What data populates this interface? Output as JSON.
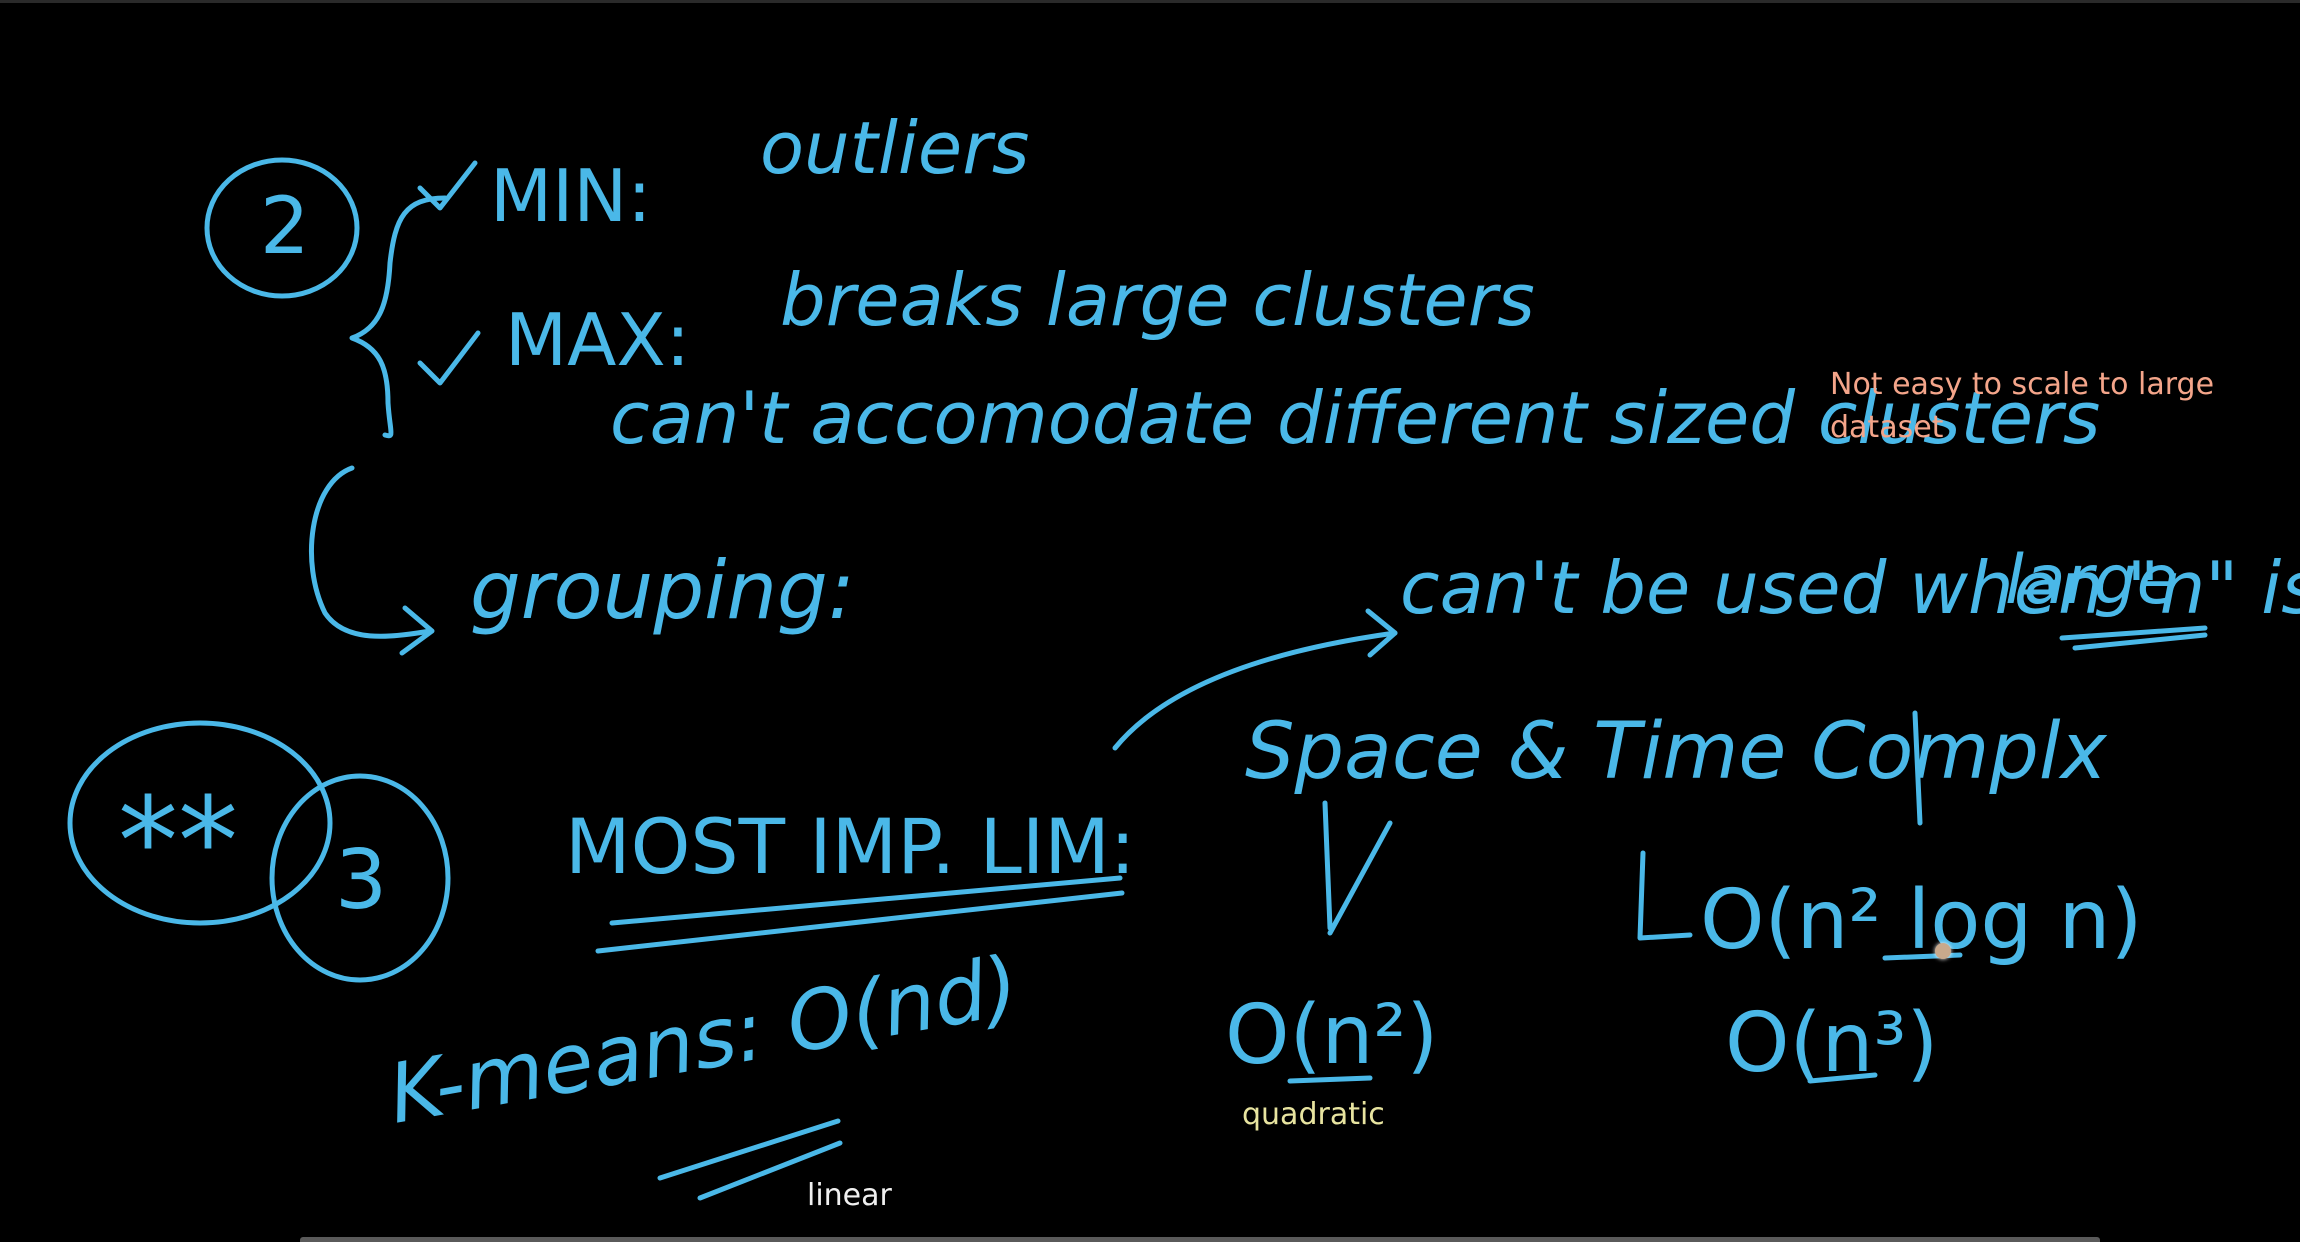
{
  "colors": {
    "background": "#000000",
    "ink": "#4ab8e8",
    "note_salmon": "#f4a58a",
    "note_yellow": "#e8e4a0",
    "note_white": "#f0f0f0"
  },
  "handwriting": {
    "circle_2": "2",
    "min_label": "MIN:",
    "min_text": "outliers",
    "max_label": "MAX:",
    "max_text": "breaks large clusters",
    "max_text2": "can't accomodate different sized clusters",
    "grouping": "grouping:",
    "cant_be_used": "can't be used when \"n\" is",
    "large": "large",
    "stars": "**",
    "circle_3": "3",
    "most_imp": "MOST IMP. LIM:",
    "space_time": "Space & Time Complx",
    "on2": "O(n²)",
    "on2logn": "O(n² log n)",
    "on3": "O(n³)",
    "kmeans": "K-means: O(nd)"
  },
  "annotations": {
    "scale": "Not easy to scale to large\ndataset",
    "quadratic": "quadratic",
    "linear": "linear"
  }
}
